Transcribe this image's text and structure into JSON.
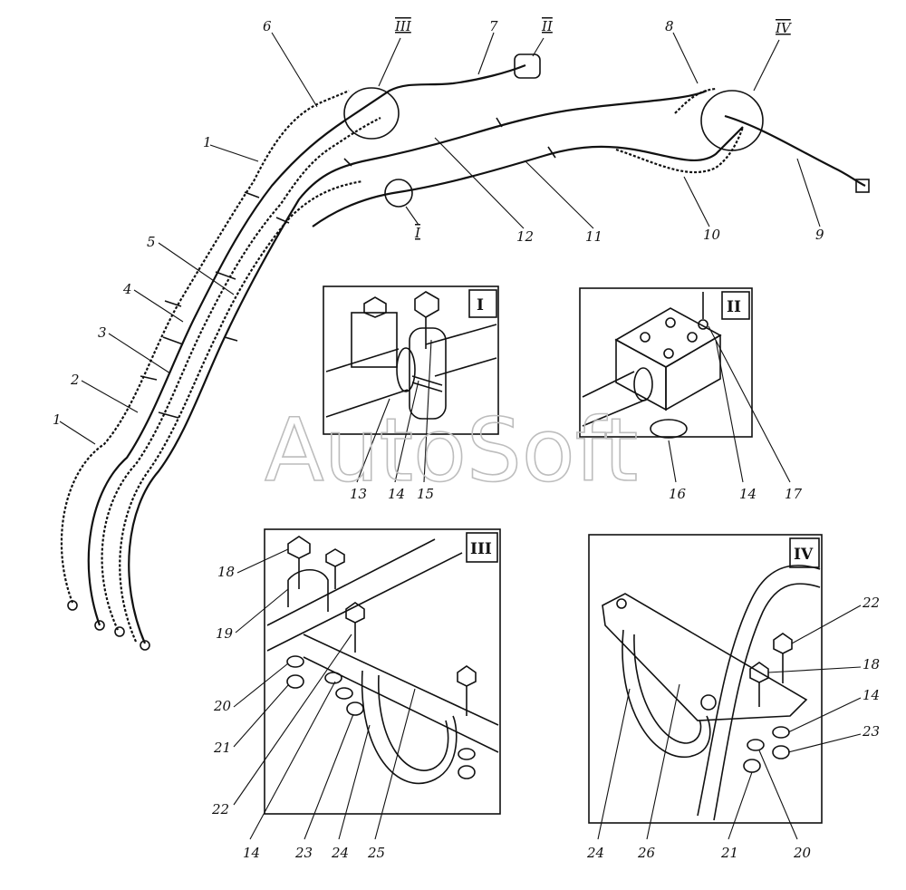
{
  "watermark": "AutoSoft",
  "main_view": {
    "callouts": [
      {
        "id": "c1a",
        "text": "1"
      },
      {
        "id": "c1b",
        "text": "1"
      },
      {
        "id": "c2",
        "text": "2"
      },
      {
        "id": "c3",
        "text": "3"
      },
      {
        "id": "c4",
        "text": "4"
      },
      {
        "id": "c5",
        "text": "5"
      },
      {
        "id": "c6",
        "text": "6"
      },
      {
        "id": "c7",
        "text": "7"
      },
      {
        "id": "c8",
        "text": "8"
      },
      {
        "id": "c9",
        "text": "9"
      },
      {
        "id": "c10",
        "text": "10"
      },
      {
        "id": "c11",
        "text": "11"
      },
      {
        "id": "c12",
        "text": "12"
      }
    ],
    "detail_markers": [
      {
        "id": "mI",
        "text": "I"
      },
      {
        "id": "mII",
        "text": "II"
      },
      {
        "id": "mIII",
        "text": "III"
      },
      {
        "id": "mIV",
        "text": "IV"
      }
    ]
  },
  "panels": [
    {
      "id": "I",
      "label": "I",
      "callouts": [
        "13",
        "14",
        "15"
      ]
    },
    {
      "id": "II",
      "label": "II",
      "callouts": [
        "16",
        "14",
        "17"
      ]
    },
    {
      "id": "III",
      "label": "III",
      "callouts": [
        "18",
        "19",
        "20",
        "21",
        "22",
        "14",
        "23",
        "24",
        "25"
      ]
    },
    {
      "id": "IV",
      "label": "IV",
      "callouts": [
        "22",
        "18",
        "14",
        "23",
        "21",
        "20",
        "24",
        "26"
      ]
    }
  ]
}
